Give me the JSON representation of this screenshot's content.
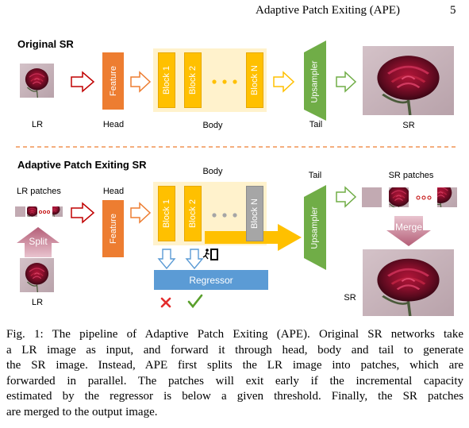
{
  "header": {
    "running_title": "Adaptive Patch Exiting (APE)",
    "page_number": "5"
  },
  "figure": {
    "original": {
      "title": "Original SR",
      "lr_label": "LR",
      "head_label": "Head",
      "feature_label": "Feature",
      "blocks": [
        "Block 1",
        "Block 2",
        "Block N"
      ],
      "body_label": "Body",
      "upsampler_label": "Upsampler",
      "tail_label": "Tail",
      "sr_label": "SR"
    },
    "ape": {
      "title": "Adaptive Patch Exiting SR",
      "lr_patches_label": "LR patches",
      "split_label": "Split",
      "lr_label": "LR",
      "head_label": "Head",
      "feature_label": "Feature",
      "body_label": "Body",
      "blocks": [
        "Block 1",
        "Block 2",
        "Block N"
      ],
      "regressor_label": "Regressor",
      "tail_label": "Tail",
      "upsampler_label": "Upsampler",
      "sr_patches_label": "SR patches",
      "merge_label": "Merge",
      "sr_label": "SR"
    },
    "colors": {
      "feature": "#ed7d31",
      "block": "#ffc000",
      "block_disabled": "#a6a6a6",
      "body_background": "#fff2cc",
      "upsampler": "#70ad47",
      "regressor": "#5b9bd5",
      "split_merge_arrow": "#c9798e",
      "divider": "#ed7d31"
    }
  },
  "caption": {
    "lines": [
      "Fig. 1: The pipeline of Adaptive Patch Exiting (APE). Original SR networks take",
      "a LR image as input, and forward it through head, body and tail to generate",
      "the SR image. Instead, APE first splits the LR image into patches, which are",
      "forwarded in parallel. The patches will exit early if the incremental capacity",
      "estimated by the regressor is below a given threshold. Finally, the SR patches",
      "are merged to the output image."
    ]
  }
}
